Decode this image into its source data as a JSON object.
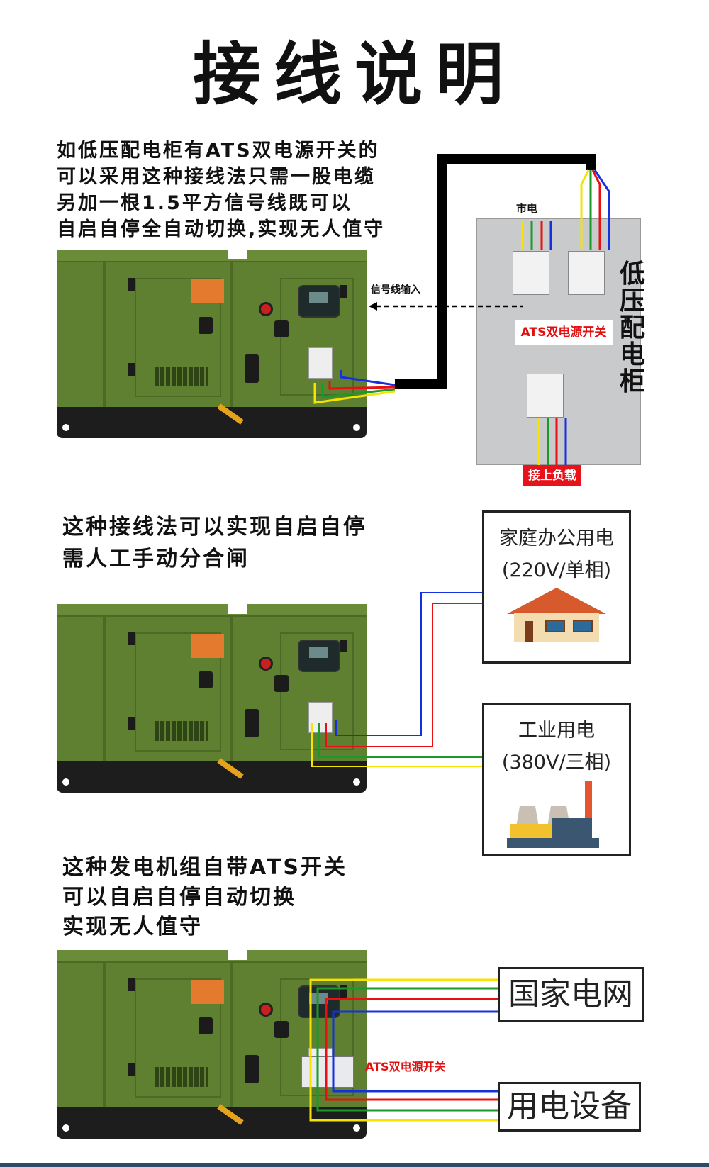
{
  "title": "接线说明",
  "section1": {
    "lines": [
      "如低压配电柜有ATS双电源开关的",
      "可以采用这种接线法只需一股电缆",
      "另加一根1.5平方信号线既可以",
      "自启自停全自动切换,实现无人值守"
    ],
    "signal_label": "信号线输入",
    "mains_label": "市电",
    "ats_label": "ATS双电源开关",
    "cabinet_label": "低压配电柜",
    "load_label": "接上负载"
  },
  "section2": {
    "lines": [
      "这种接线法可以实现自启自停",
      "需人工手动分合闸"
    ],
    "box_home": {
      "title": "家庭办公用电",
      "sub": "(220V/单相)"
    },
    "box_industry": {
      "title": "工业用电",
      "sub": "(380V/三相)"
    }
  },
  "section3": {
    "lines": [
      "这种发电机组自带ATS开关",
      "可以自启自停自动切换",
      "实现无人值守"
    ],
    "ats_label": "ATS双电源开关",
    "grid_label": "国家电网",
    "equipment_label": "用电设备"
  },
  "colors": {
    "yellow": "#f5e400",
    "green": "#1a9a2a",
    "red": "#e81010",
    "blue": "#1530e0",
    "generator": "#5f8030"
  }
}
